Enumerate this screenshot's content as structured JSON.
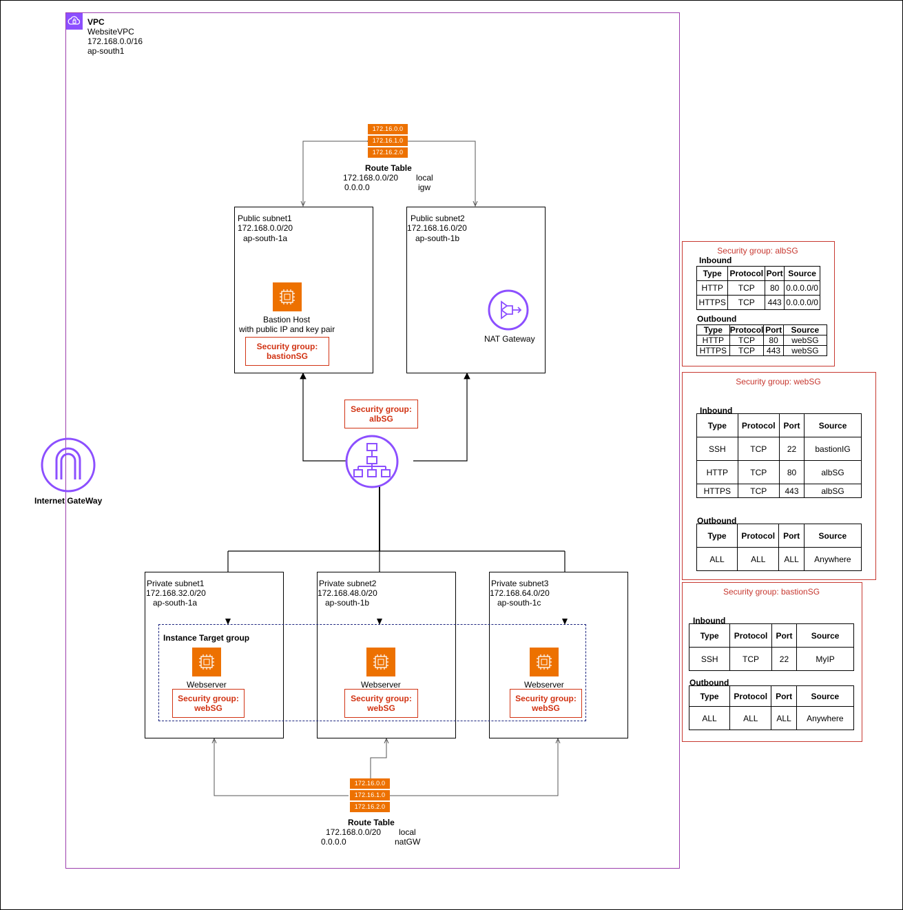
{
  "vpc": {
    "label": "VPC",
    "name": "WebsiteVPC",
    "cidr": "172.168.0.0/16",
    "region": "ap-south1"
  },
  "colors": {
    "vpc_border": "#9b3dad",
    "aws_orange": "#ed7100",
    "sg_red": "#d13212",
    "purple_icon": "#8c4fff",
    "target_dash": "#1a237e"
  },
  "route_table_top": {
    "chips": [
      "172.16.0.0",
      "172.16.1.0",
      "172.16.2.0"
    ],
    "title": "Route Table",
    "row1_dest": "172.168.0.0/20",
    "row1_target": "local",
    "row2_dest": "0.0.0.0",
    "row2_target": "igw"
  },
  "route_table_bottom": {
    "chips": [
      "172.16.0.0",
      "172.16.1.0",
      "172.16.2.0"
    ],
    "title": "Route Table",
    "row1_dest": "172.168.0.0/20",
    "row1_target": "local",
    "row2_dest": "0.0.0.0",
    "row2_target": "natGW"
  },
  "public_subnet1": {
    "name": "Public subnet1",
    "cidr": "172.168.0.0/20",
    "az": "ap-south-1a"
  },
  "public_subnet2": {
    "name": "Public subnet2",
    "cidr": "172.168.16.0/20",
    "az": "ap-south-1b"
  },
  "bastion": {
    "line1": "Bastion Host",
    "line2": "with public IP and key pair",
    "sg_line1": "Security group:",
    "sg_line2": "bastionSG",
    "icon": "ec2-instance-icon"
  },
  "nat": {
    "label": "NAT Gateway",
    "icon": "nat-gateway-icon"
  },
  "alb": {
    "sg_line1": "Security group:",
    "sg_line2": "albSG",
    "icon": "load-balancer-icon"
  },
  "igw": {
    "label": "Internet GateWay",
    "icon": "internet-gateway-icon"
  },
  "private_subnets": [
    {
      "name": "Private subnet1",
      "cidr": "172.168.32.0/20",
      "az": "ap-south-1a"
    },
    {
      "name": "Private subnet2",
      "cidr": "172.168.48.0/20",
      "az": "ap-south-1b"
    },
    {
      "name": "Private subnet3",
      "cidr": "172.168.64.0/20",
      "az": "ap-south-1c"
    }
  ],
  "target_group": {
    "label": "Instance Target group"
  },
  "webservers": [
    {
      "label": "Webserver",
      "sg_line1": "Security group:",
      "sg_line2": "webSG"
    },
    {
      "label": "Webserver",
      "sg_line1": "Security group:",
      "sg_line2": "webSG"
    },
    {
      "label": "Webserver",
      "sg_line1": "Security group:",
      "sg_line2": "webSG"
    }
  ],
  "albSG_panel": {
    "title": "Security group: albSG",
    "inbound_label": "Inbound",
    "inbound": [
      [
        "Type",
        "Protocol",
        "Port",
        "Source"
      ],
      [
        "HTTP",
        "TCP",
        "80",
        "0.0.0.0/0"
      ],
      [
        "HTTPS",
        "TCP",
        "443",
        "0.0.0.0/0"
      ]
    ],
    "outbound_label": "Outbound",
    "outbound": [
      [
        "Type",
        "Protocol",
        "Port",
        "Source"
      ],
      [
        "HTTP",
        "TCP",
        "80",
        "webSG"
      ],
      [
        "HTTPS",
        "TCP",
        "443",
        "webSG"
      ]
    ]
  },
  "webSG_panel": {
    "title": "Security group: webSG",
    "inbound_label": "Inbound",
    "inbound": [
      [
        "Type",
        "Protocol",
        "Port",
        "Source"
      ],
      [
        "SSH",
        "TCP",
        "22",
        "bastionIG"
      ],
      [
        "HTTP",
        "TCP",
        "80",
        "albSG"
      ],
      [
        "HTTPS",
        "TCP",
        "443",
        "albSG"
      ]
    ],
    "outbound_label": "Outbound",
    "outbound": [
      [
        "Type",
        "Protocol",
        "Port",
        "Source"
      ],
      [
        "ALL",
        "ALL",
        "ALL",
        "Anywhere"
      ]
    ]
  },
  "bastionSG_panel": {
    "title": "Security group: bastionSG",
    "inbound_label": "Inbound",
    "inbound": [
      [
        "Type",
        "Protocol",
        "Port",
        "Source"
      ],
      [
        "SSH",
        "TCP",
        "22",
        "MyIP"
      ]
    ],
    "outbound_label": "Outbound",
    "outbound": [
      [
        "Type",
        "Protocol",
        "Port",
        "Source"
      ],
      [
        "ALL",
        "ALL",
        "ALL",
        "Anywhere"
      ]
    ]
  }
}
